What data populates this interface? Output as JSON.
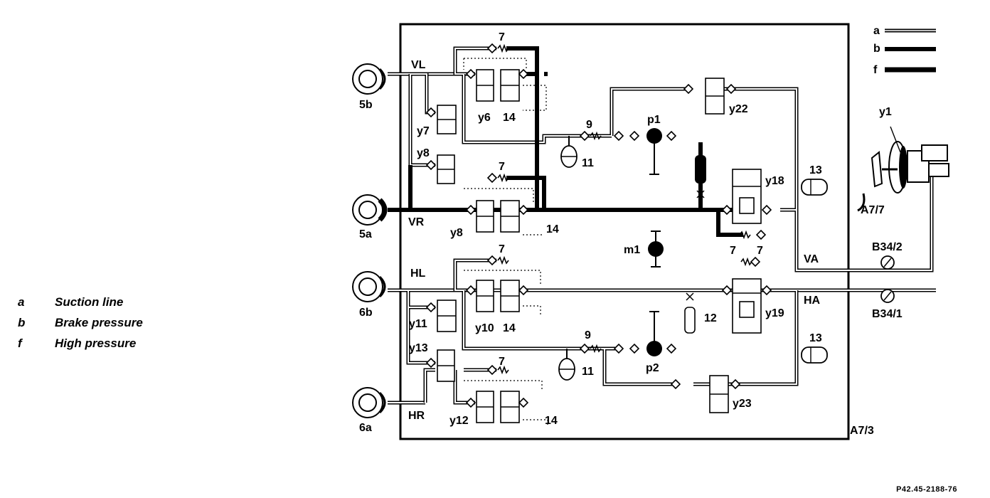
{
  "legend": [
    {
      "key": "a",
      "text": "Suction line"
    },
    {
      "key": "b",
      "text": "Brake pressure"
    },
    {
      "key": "f",
      "text": "High pressure"
    }
  ],
  "line_key": {
    "a": "a",
    "b": "b",
    "f": "f"
  },
  "wheels": {
    "w5b": "5b",
    "w5a": "5a",
    "w6b": "6b",
    "w6a": "6a"
  },
  "circuits": {
    "vl": "VL",
    "vr": "VR",
    "hl": "HL",
    "hr": "HR",
    "va": "VA",
    "ha": "HA"
  },
  "valves": {
    "y6": "y6",
    "y7": "y7",
    "y8a": "y8",
    "y8b": "y8",
    "y10": "y10",
    "y11": "y11",
    "y12": "y12",
    "y13": "y13",
    "y18": "y18",
    "y19": "y19",
    "y22": "y22",
    "y23": "y23",
    "y1": "y1"
  },
  "numbers": {
    "n7a": "7",
    "n7b": "7",
    "n7c": "7",
    "n7d": "7",
    "n7e": "7",
    "n7f": "7",
    "n9a": "9",
    "n9b": "9",
    "n11a": "11",
    "n11b": "11",
    "n12": "12",
    "n13a": "13",
    "n13b": "13",
    "n14a": "14",
    "n14b": "14",
    "n14c": "14",
    "n14d": "14"
  },
  "pumps": {
    "p1": "p1",
    "p2": "p2",
    "m1": "m1"
  },
  "units": {
    "a77": "A7/7",
    "a73": "A7/3",
    "b342": "B34/2",
    "b341": "B34/1"
  },
  "reference": "P42.45-2188-76"
}
